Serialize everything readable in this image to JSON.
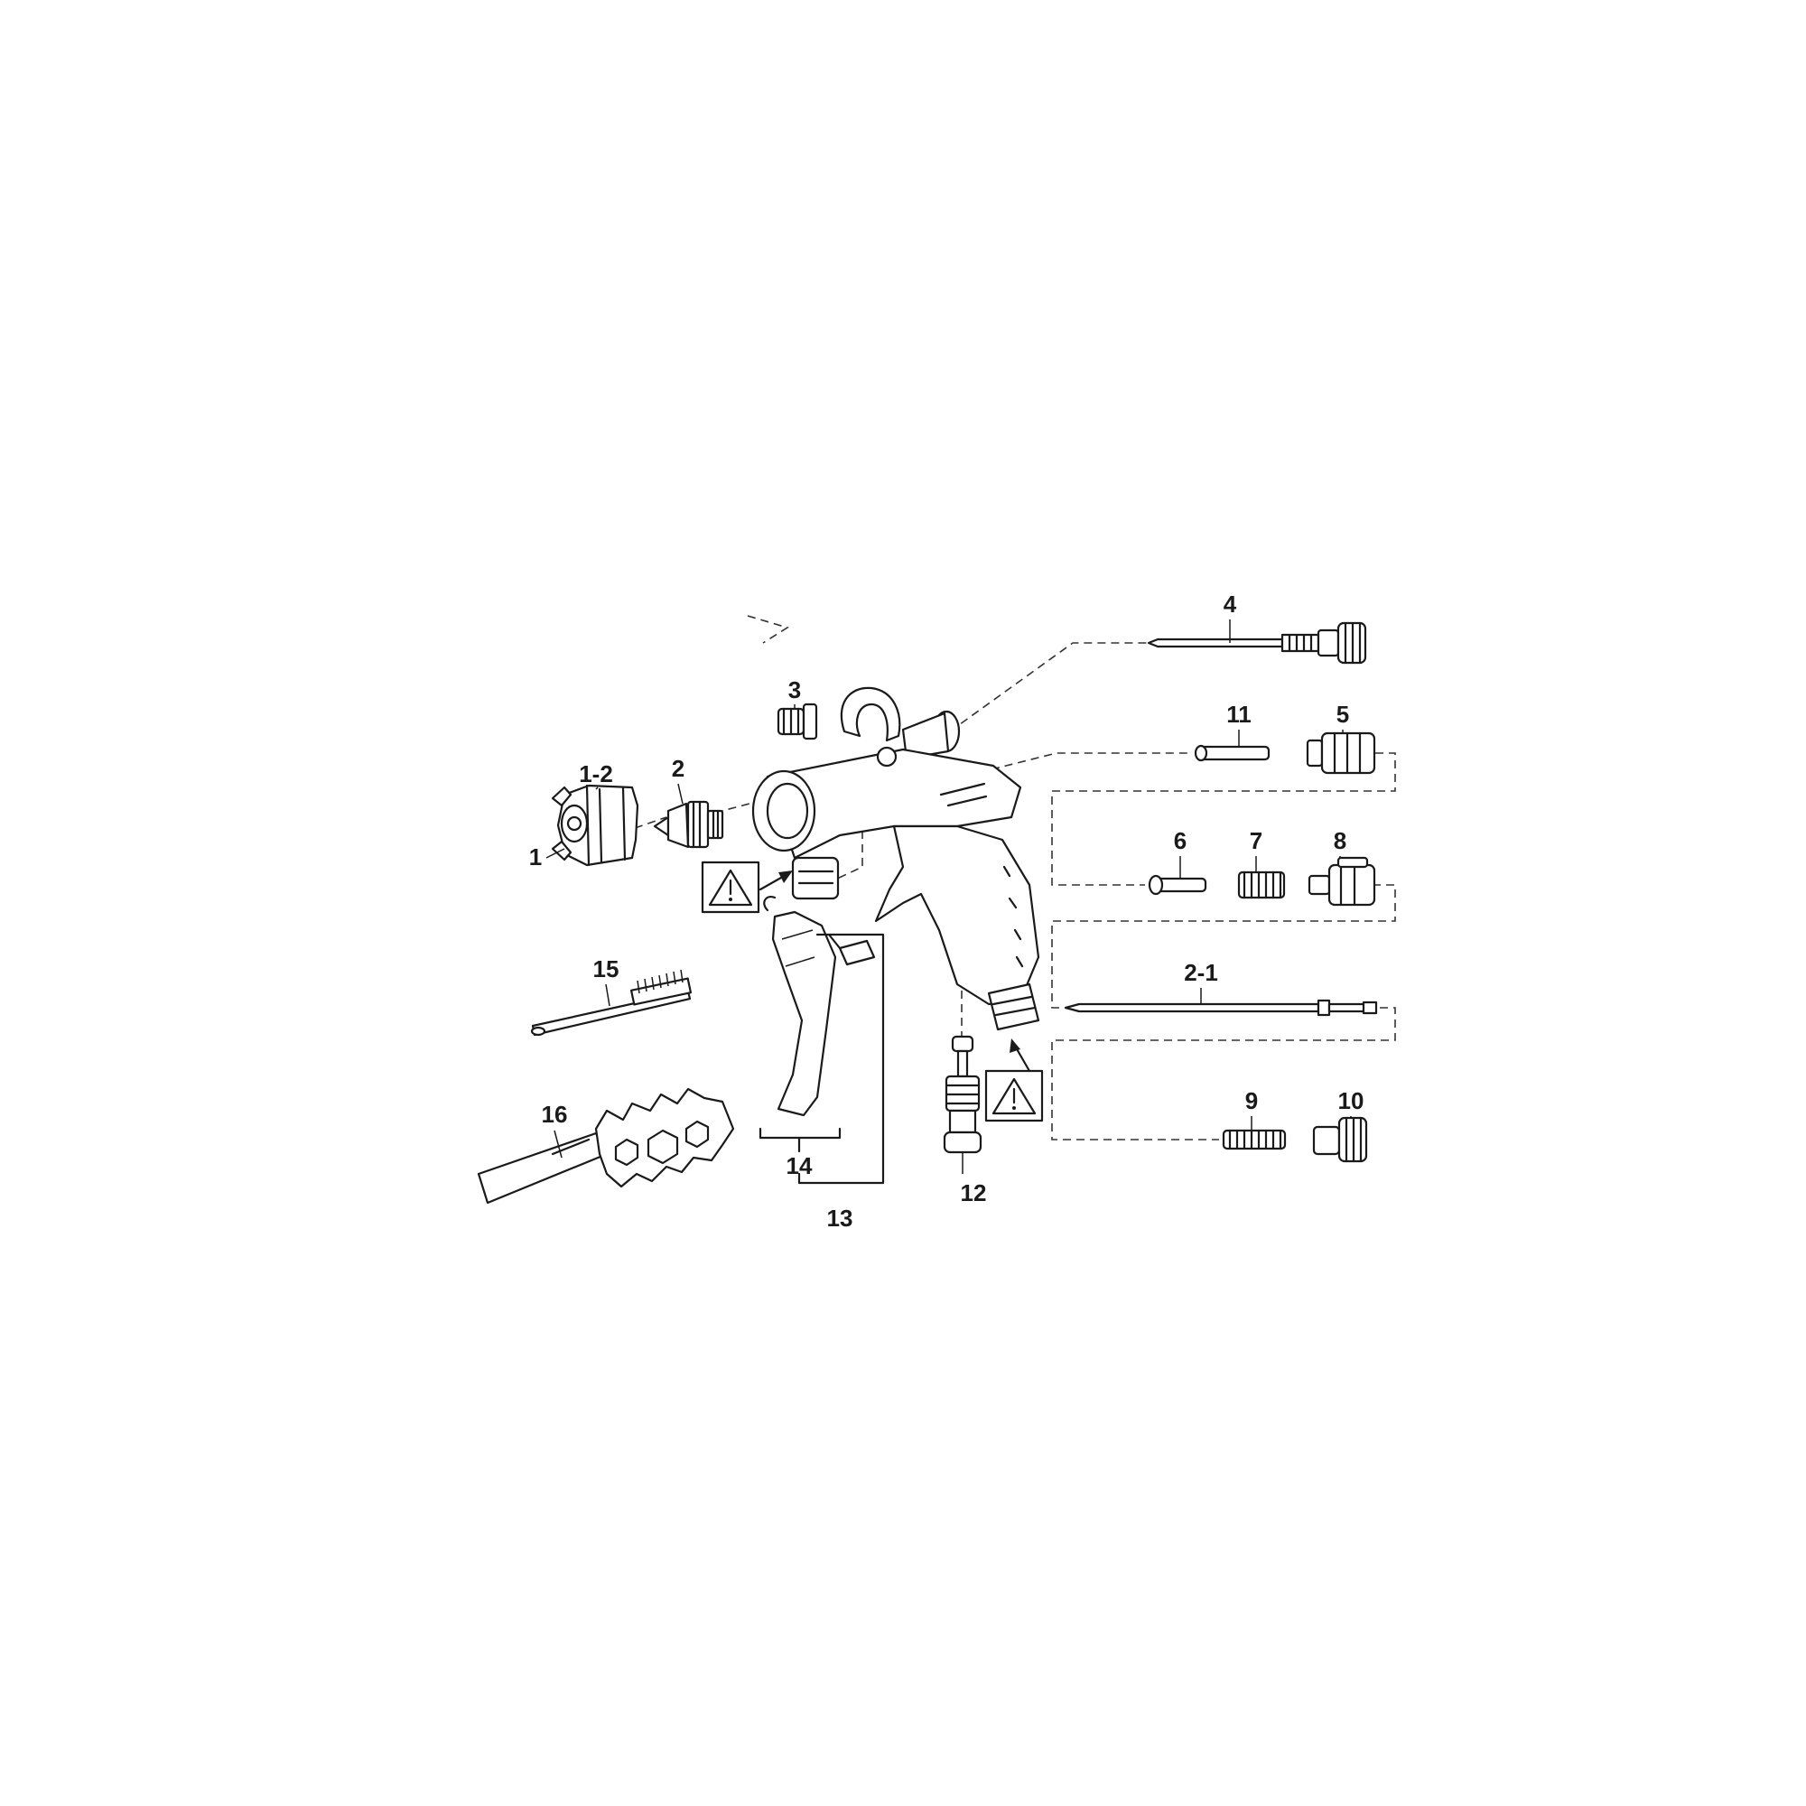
{
  "labels": {
    "p1": "1",
    "p1_2": "1-2",
    "p2": "2",
    "p2_1": "2-1",
    "p3": "3",
    "p4": "4",
    "p5": "5",
    "p6": "6",
    "p7": "7",
    "p8": "8",
    "p9": "9",
    "p10": "10",
    "p11": "11",
    "p12": "12",
    "p13": "13",
    "p14": "14",
    "p15": "15",
    "p16": "16"
  },
  "icons": {
    "warning": "warning-triangle-icon"
  },
  "colors": {
    "ink": "#1a1a1a",
    "background": "#ffffff"
  }
}
